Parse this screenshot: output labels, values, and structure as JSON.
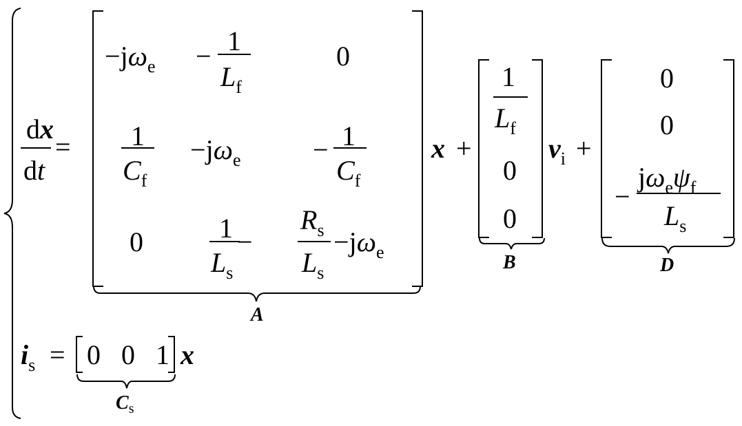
{
  "equation": {
    "lhs1": {
      "num": "dx",
      "num_d": "d",
      "num_x": "x",
      "den_d": "d",
      "den_t": "t",
      "equals": "="
    },
    "matrix_A": {
      "label": "A",
      "rows": [
        [
          "-jω_e",
          "-1/L_f",
          "0"
        ],
        [
          "1/C_f",
          "-jω_e",
          "-1/C_f"
        ],
        [
          "0",
          "1/L_s",
          "-R_s/L_s - jω_e"
        ]
      ],
      "minus": "−",
      "j": "j",
      "omega": "ω",
      "e": "e",
      "one": "1",
      "zero": "0",
      "L": "L",
      "C": "C",
      "R": "R",
      "f": "f",
      "s": "s"
    },
    "x_after_A": "x",
    "plus1": "+",
    "matrix_B": {
      "label": "B",
      "rows": [
        "1/L_f",
        "0",
        "0"
      ]
    },
    "input": {
      "v": "v",
      "sub": "i"
    },
    "plus2": "+",
    "matrix_D": {
      "label": "D",
      "rows": [
        "0",
        "0",
        "-jω_eψ_f/L_s"
      ],
      "psi": "ψ"
    },
    "output_eq": {
      "i": "i",
      "sub": "s",
      "equals": "=",
      "Cs_row": [
        "0",
        "0",
        "1"
      ],
      "x": "x",
      "label_C": "C",
      "label_sub": "s"
    }
  }
}
